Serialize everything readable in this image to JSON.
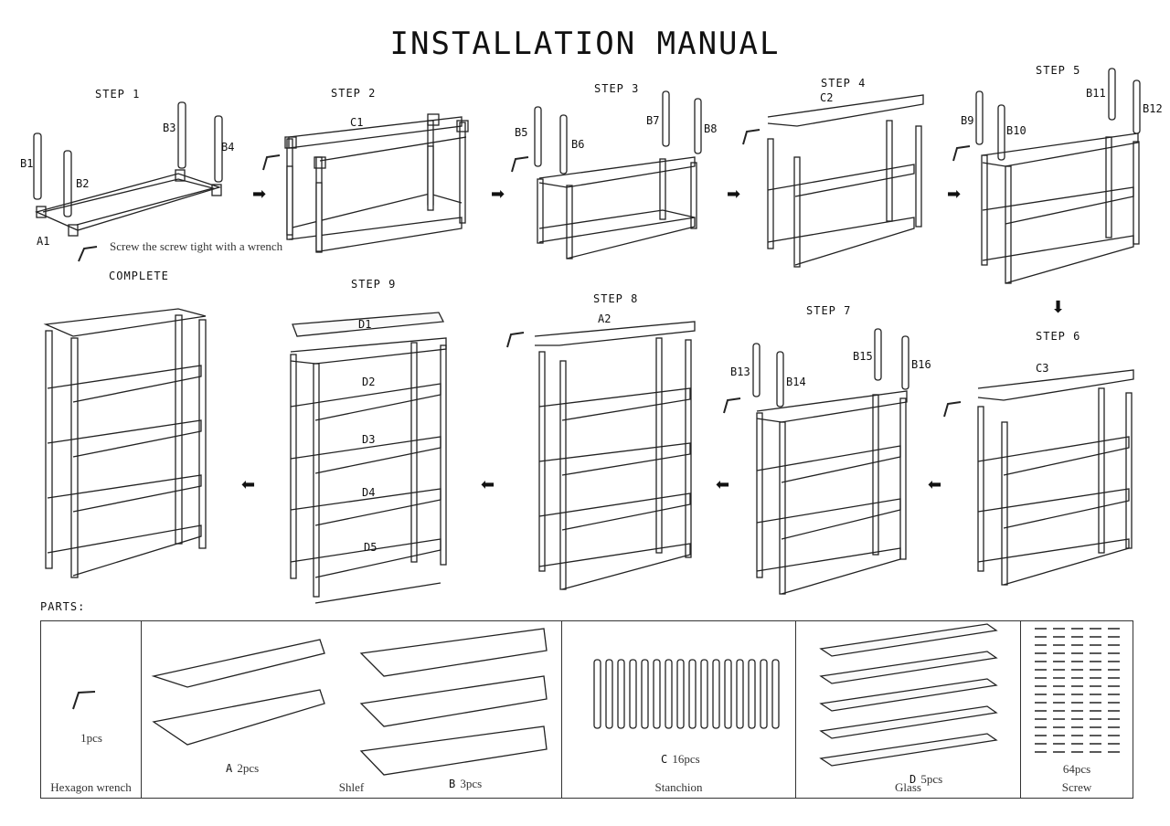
{
  "title": "INSTALLATION MANUAL",
  "steps": {
    "s1": "STEP 1",
    "s2": "STEP 2",
    "s3": "STEP 3",
    "s4": "STEP 4",
    "s5": "STEP 5",
    "s6": "STEP 6",
    "s7": "STEP 7",
    "s8": "STEP 8",
    "s9": "STEP 9",
    "complete": "COMPLETE"
  },
  "labels": {
    "A1": "A1",
    "A2": "A2",
    "B1": "B1",
    "B2": "B2",
    "B3": "B3",
    "B4": "B4",
    "B5": "B5",
    "B6": "B6",
    "B7": "B7",
    "B8": "B8",
    "B9": "B9",
    "B10": "B10",
    "B11": "B11",
    "B12": "B12",
    "B13": "B13",
    "B14": "B14",
    "B15": "B15",
    "B16": "B16",
    "C1": "C1",
    "C2": "C2",
    "C3": "C3",
    "D1": "D1",
    "D2": "D2",
    "D3": "D3",
    "D4": "D4",
    "D5": "D5"
  },
  "note": "Screw the screw tight with a wrench",
  "parts": {
    "heading": "PARTS:",
    "wrench": {
      "qty": "1pcs",
      "name": "Hexagon wrench"
    },
    "shelf": {
      "name": "Shlef",
      "a_letter": "A",
      "a_qty": "2pcs",
      "b_letter": "B",
      "b_qty": "3pcs"
    },
    "stanchion": {
      "letter": "C",
      "qty": "16pcs",
      "name": "Stanchion"
    },
    "glass": {
      "letter": "D",
      "qty": "5pcs",
      "name": "Glass"
    },
    "screw": {
      "qty": "64pcs",
      "name": "Screw"
    }
  }
}
